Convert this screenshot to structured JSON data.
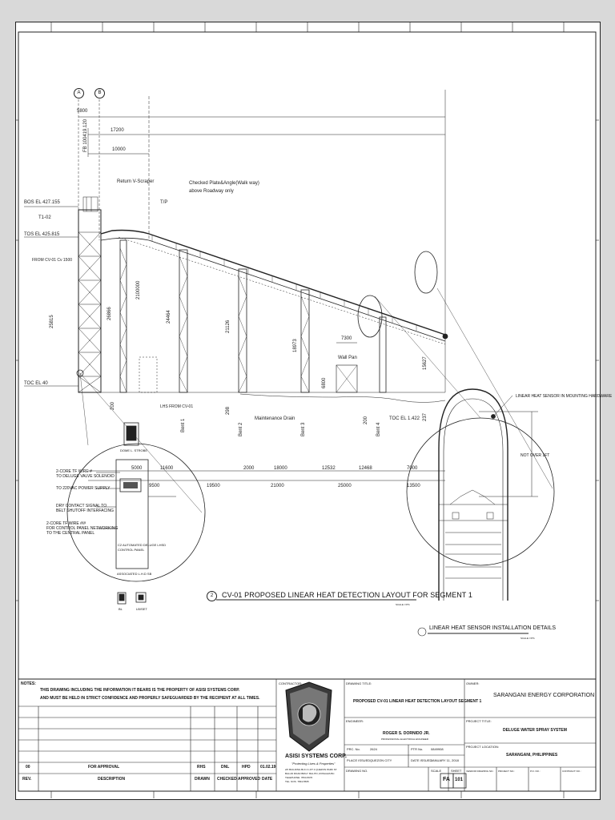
{
  "grid_labels": [
    "A",
    "B"
  ],
  "elevations": {
    "bos": "BOS EL 427.155",
    "t1": "T1-02",
    "tos": "TOS EL 425.815",
    "toc": "TOC EL 40",
    "toc_right": "TOC EL 1.422"
  },
  "top_dims": [
    "5800",
    "17200",
    "10000",
    "FB 100419.120"
  ],
  "callouts": {
    "return_scraper": "Return V-Scraper",
    "checked_plate": "Checked Plate&Angle(Walk way)",
    "above_roadway": "above Roadway only",
    "tp": "T/P",
    "lhs_from": "LHS FROM CV-01",
    "maintenance_drain": "Maintenance Drain",
    "wall_pan": "Wall Pan",
    "from_cv": "FROM CV-01 Cv 1500"
  },
  "vertical_dims": [
    "25815",
    "26866",
    "24464",
    "21126",
    "18973",
    "15627",
    "2100000",
    "298",
    "200",
    "200",
    "237",
    "Bent 1",
    "Bent 2",
    "Bent 3",
    "Bent 4",
    "6800"
  ],
  "horizontal_dims_top": [
    "5000",
    "11600",
    "2000",
    "18000",
    "12532",
    "12468",
    "7000"
  ],
  "horizontal_dims_bottom": [
    "9500",
    "19500",
    "21000",
    "25000",
    "13500"
  ],
  "dim_7300": "7300",
  "left_detail": {
    "dome_label": "DOME L. STROBE",
    "note1a": "2-CORE TF WIRE #",
    "note1b": "TO DELUGE VALVE SOLENOID",
    "note2": "TO 220VAC POWER SUPPLY",
    "note3a": "DRY CONTACT SIGNAL TO",
    "note3b": "BELT SHUTOFF INTERFACING",
    "note4a": "2-CORE TF WIRE #/#",
    "note4b": "FOR CONTROL PANEL NETWORKING",
    "note4c": "TO THE CENTRAL PANEL",
    "panel_label1": "C2 AUTOMATED DELUGE LHSD",
    "panel_label2": "CONTROL PANEL",
    "panel_bottom": "ASSOCIATED L.H.D SB",
    "icon1": "BL",
    "icon2": "LB/SET"
  },
  "right_detail": {
    "sensor_label": "LINEAR HEAT SENSOR IN MOUNTING HARDWARE",
    "not_over": "NOT OVER 1FT"
  },
  "titles": {
    "main_number": "2",
    "main": "CV-01 PROPOSED LINEAR HEAT DETECTION LAYOUT FOR SEGMENT 1",
    "main_scale": "SCALE: NTS",
    "sub": "LINEAR HEAT SENSOR INSTALLATION DETAILS",
    "sub_scale": "SCALE: NTS"
  },
  "title_block": {
    "notes_label": "NOTES:",
    "note_line1": "THIS DRAWING INCLUDING THE INFORMATION IT BEARS IS THE PROPERTY OF ASISI SYSTEMS CORP.",
    "note_line2": "AND MUST BE HELD IN STRICT CONFIDENCE AND PROPERLY SAFEGUARDED BY THE RECIPIENT AT ALL TIMES.",
    "contractor_label": "CONTRACTOR:",
    "company": "ASISI SYSTEMS CORP.",
    "tagline": "\"Protecting Lives & Properties\"",
    "address1": "2/F BUILDING BLK 4 LOT 4 QUEZON PARK ST.",
    "address2": "BALUD ROAD BRGY. BALITO, ROSALES BC",
    "address3": "TELEPHONE: 7834-5976",
    "address4": "TEL. NOS.   7834-5565",
    "rev_row_no": "00",
    "rev_row_desc": "FOR APPROVAL",
    "rev_row_drawn": "RHS",
    "rev_row_checked": "DNL",
    "rev_row_approved": "HPD",
    "rev_row_date": "01.02.19",
    "hdr_rev": "REV.",
    "hdr_desc": "DESCRIPTION",
    "hdr_drawn": "DRAWN",
    "hdr_checked": "CHECKED",
    "hdr_approved": "APPROVED",
    "hdr_date": "DATE",
    "drawing_title_label": "DRAWING TITLE:",
    "drawing_title": "PROPOSED CV-01 LINEAR HEAT DETECTION LAYOUT SEGMENT 1",
    "engineer_label": "ENGINEER:",
    "engineer": "ROGER S. DORNIDO JR.",
    "engineer_role": "PROFESSIONAL ELECTRICAL ENGINEER",
    "prc_label": "PRC. No.",
    "prc_value": "2624",
    "ptr_label": "PTR No.",
    "ptr_value": "0849908",
    "place_label": "PLACE ISSUED",
    "place_value": "QUEZON CITY",
    "date_label": "DATE ISSUED",
    "date_value": "JANUARY 11, 2018",
    "drawing_no_label": "DRAWING NO.",
    "scale_label": "SCALE",
    "sheet_label": "SHEET",
    "fa": "FA",
    "sheet_no": "101",
    "owner_label": "OWNER:",
    "owner": "SARANGANI ENERGY CORPORATION",
    "project_title_label": "PROJECT TITLE:",
    "project_title": "DELUGE WATER SPRAY SYSTEM",
    "project_location_label": "PROJECT LOCATION:",
    "project_location": "SARANGANI, PHILIPPINES",
    "vendor_dwg_label": "VENDOR DRAWING NO.:",
    "project_no_label": "PROJECT NO.:",
    "po_no_label": "P.O. NO.:",
    "contract_no_label": "CONTRACT NO.:"
  }
}
